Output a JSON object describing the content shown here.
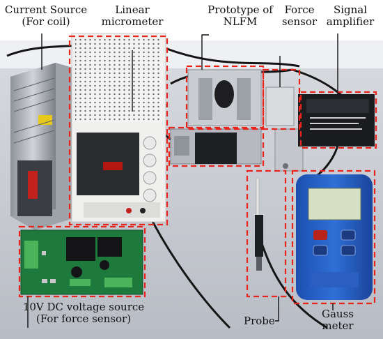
{
  "labels": {
    "current_source": [
      "Current Source",
      "(For coil)"
    ],
    "linear_micrometer": [
      "Linear",
      "micrometer"
    ],
    "prototype": [
      "Prototype of",
      "NLFM"
    ],
    "force_sensor": [
      "Force",
      "sensor"
    ],
    "signal_amplifier": [
      "Signal",
      "amplifier"
    ],
    "dc_source": [
      "10V DC voltage source",
      "(For force sensor)"
    ],
    "probe": "Probe",
    "gauss_meter": [
      "Gauss",
      "meter"
    ]
  },
  "colors": {
    "dashed_box": "#e8241c",
    "leader_line": "#111111",
    "label_text": "#111111"
  }
}
